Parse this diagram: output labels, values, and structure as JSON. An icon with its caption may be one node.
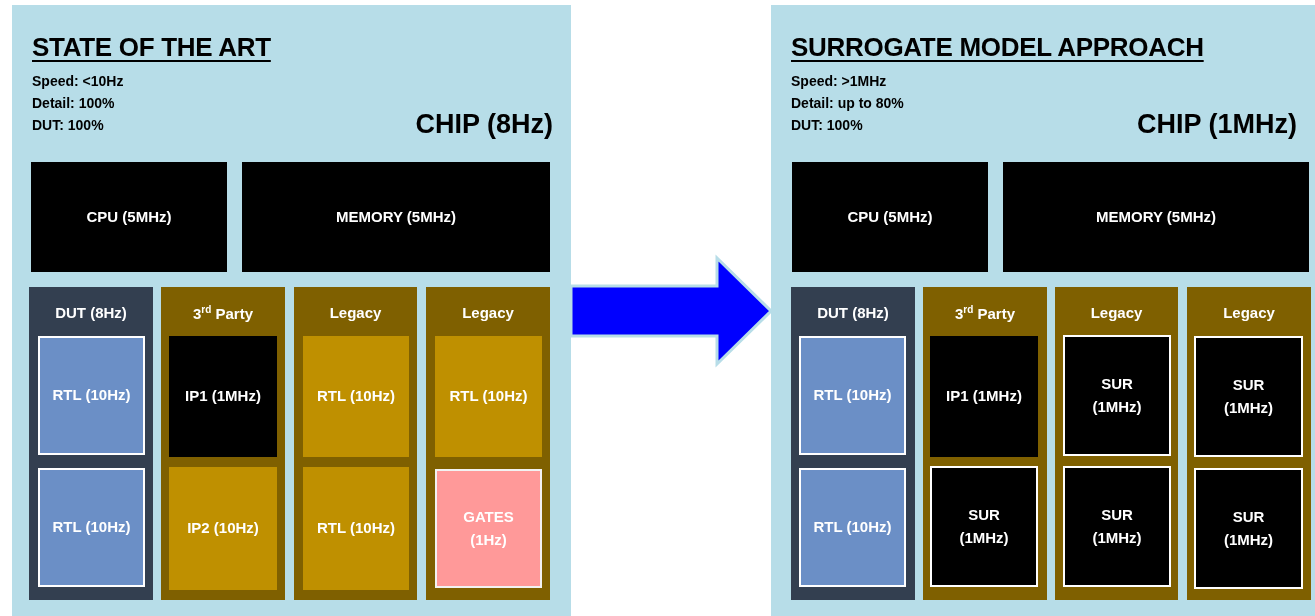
{
  "diagram": {
    "nodes": [
      {
        "text": [
          "STATE OF THE ART",
          "Speed: <10Hz",
          "Detail: 100%",
          "DUT: 100%",
          "CHIP (8Hz)"
        ]
      },
      {
        "text": [
          "CPU (5MHz)"
        ],
        "in": 0
      },
      {
        "text": [
          "MEMORY (5MHz)"
        ],
        "in": 0
      },
      {
        "text": [
          "DUT (8Hz)"
        ],
        "in": 0
      },
      {
        "text": [
          "RTL (10Hz)"
        ],
        "in": 3
      },
      {
        "text": [
          "RTL (10Hz)"
        ],
        "in": 3
      },
      {
        "text": [
          "3$^{rd}$ Party"
        ],
        "in": 0
      },
      {
        "text": [
          "IP1 (1MHz)"
        ],
        "in": 6
      },
      {
        "text": [
          "IP2 (10Hz)"
        ],
        "in": 6
      },
      {
        "text": [
          "Legacy"
        ],
        "in": 0
      },
      {
        "text": [
          "RTL (10Hz)"
        ],
        "in": 9
      },
      {
        "text": [
          "RTL (10Hz)"
        ],
        "in": 9
      },
      {
        "text": [
          "Legacy"
        ],
        "in": 0
      },
      {
        "text": [
          "RTL (10Hz)"
        ],
        "in": 12
      },
      {
        "text": [
          "GATES (1Hz)"
        ],
        "in": 12
      },
      {
        "text": [
          "SURROGATE MODEL APPROACH",
          "Speed: >1MHz",
          "Detail: up to 80%",
          "DUT: 100%",
          "CHIP (1MHz)"
        ]
      },
      {
        "text": [
          "CPU (5MHz)"
        ],
        "in": 15
      },
      {
        "text": [
          "MEMORY (5MHz)"
        ],
        "in": 15
      },
      {
        "text": [
          "DUT (8Hz)"
        ],
        "in": 15
      },
      {
        "text": [
          "RTL (10Hz)"
        ],
        "in": 18
      },
      {
        "text": [
          "RTL (10Hz)"
        ],
        "in": 18
      },
      {
        "text": [
          "3$^{rd}$ Party"
        ],
        "in": 15
      },
      {
        "text": [
          "IP1 (1MHz)"
        ],
        "in": 21
      },
      {
        "text": [
          "SUR (1MHz)"
        ],
        "in": 21
      },
      {
        "text": [
          "Legacy"
        ],
        "in": 15
      },
      {
        "text": [
          "SUR (1MHz)"
        ],
        "in": 24
      },
      {
        "text": [
          "SUR (1MHz)"
        ],
        "in": 24
      },
      {
        "text": [
          "Legacy"
        ],
        "in": 15
      },
      {
        "text": [
          "SUR (1MHz)"
        ],
        "in": 27
      },
      {
        "text": [
          "SUR (1MHz)"
        ],
        "in": 27
      }
    ],
    "edges": [
      {
        "from": 0,
        "to": 15,
        "arrow": "to",
        "style": "thick",
        "color": "#0000ff"
      }
    ]
  }
}
